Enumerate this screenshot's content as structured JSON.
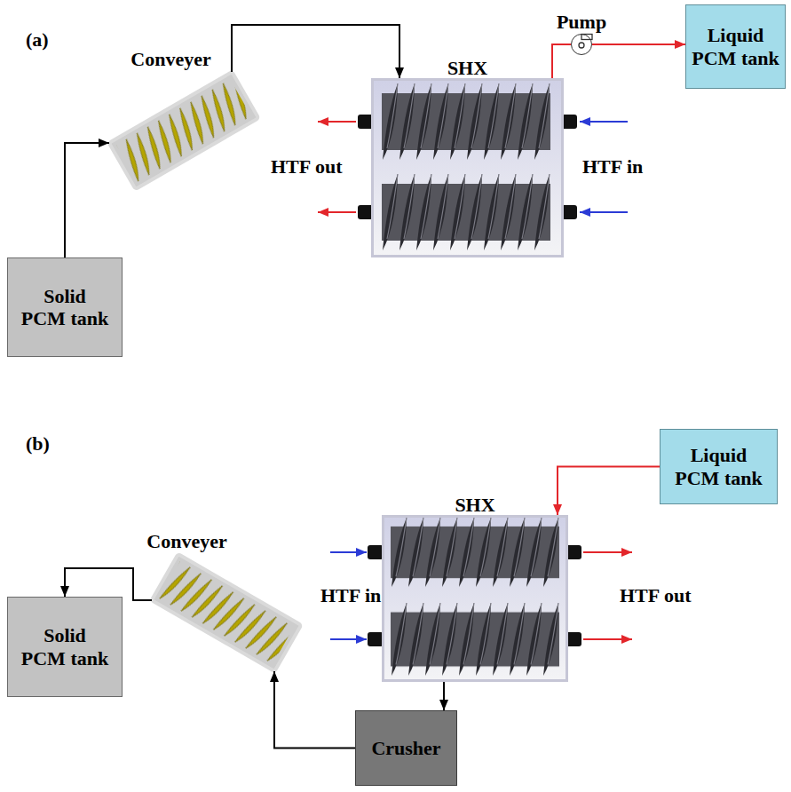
{
  "diagram": {
    "nodes": [
      {
        "text": [
          "Solid PCM tank"
        ]
      },
      {
        "text": [
          "Conveyer"
        ]
      },
      {
        "text": [
          "SHX"
        ]
      },
      {
        "text": [
          "Pump"
        ]
      },
      {
        "text": [
          "Liquid PCM tank"
        ]
      },
      {
        "text": [
          "Liquid PCM tank"
        ]
      },
      {
        "text": [
          "SHX"
        ]
      },
      {
        "text": [
          "Conveyer"
        ]
      },
      {
        "text": [
          "Solid PCM tank"
        ]
      },
      {
        "text": [
          "Crusher"
        ]
      }
    ],
    "edges": [
      {
        "from": 0,
        "to": 1,
        "arrow": "to"
      },
      {
        "from": 1,
        "to": 2,
        "arrow": "to"
      },
      {
        "from": 2,
        "to": 3,
        "arrow": "none"
      },
      {
        "from": 3,
        "to": 4,
        "arrow": "to"
      },
      {
        "from": 5,
        "to": 6,
        "arrow": "to"
      },
      {
        "from": 6,
        "to": 9,
        "arrow": "to"
      },
      {
        "from": 9,
        "to": 7,
        "arrow": "to"
      },
      {
        "from": 7,
        "to": 8,
        "arrow": "to"
      }
    ],
    "labels": [
      "(a)",
      "HTF out",
      "HTF in",
      "(b)",
      "HTF in",
      "HTF out"
    ]
  }
}
